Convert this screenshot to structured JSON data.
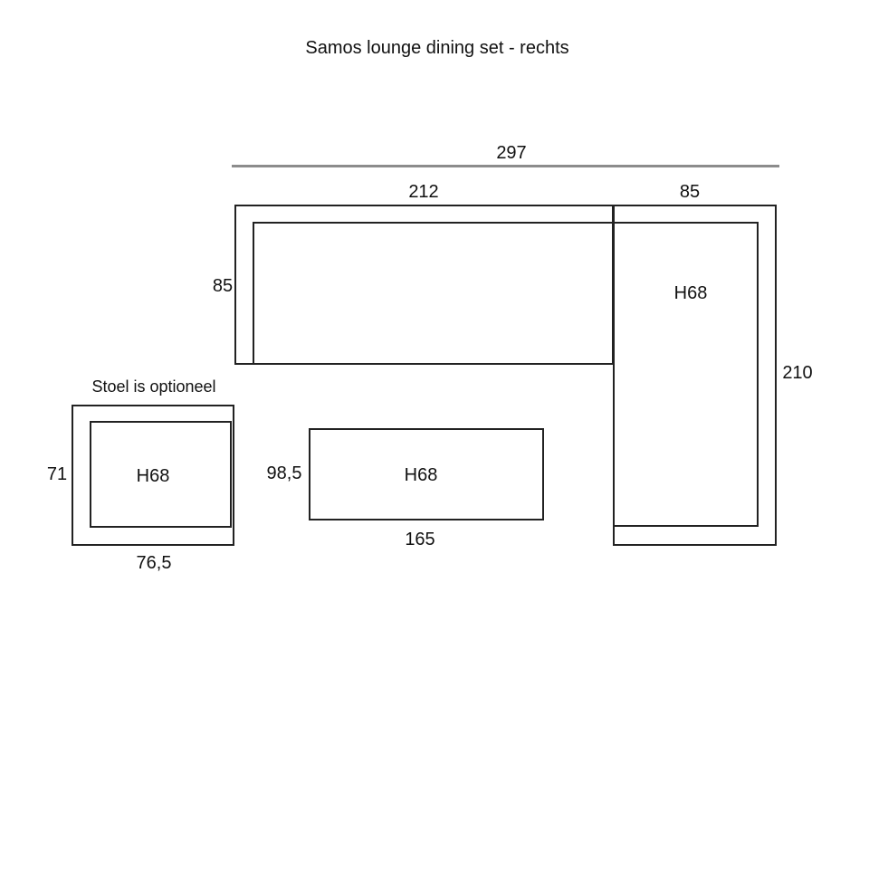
{
  "page": {
    "title": "Samos lounge dining set - rechts"
  },
  "colors": {
    "outline": "#222222",
    "dimension_line": "#8c8c8c",
    "background": "#ffffff",
    "text": "#111111"
  },
  "sofa": {
    "overall_width": "297",
    "left_section_width": "212",
    "corner_section_width": "85",
    "left_section_depth": "85",
    "corner_section_length": "210",
    "corner_height": "H68"
  },
  "chair": {
    "note": "Stoel is optioneel",
    "height": "H68",
    "depth": "71",
    "width": "76,5"
  },
  "table": {
    "height": "H68",
    "depth": "98,5",
    "width": "165"
  }
}
